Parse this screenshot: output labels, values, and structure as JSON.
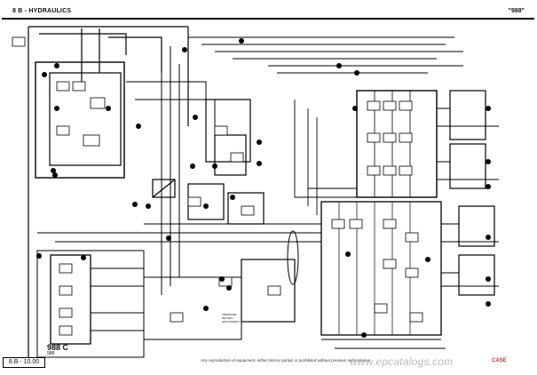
{
  "header": {
    "section_title": "8 B - HYDRAULICS",
    "model_code": "\"988\""
  },
  "diagram": {
    "model_label": "988 C",
    "model_sub": "988",
    "page_number": "8.B - 10.00",
    "footer_note": "Any reproduction of equipment, either total or partial, is prohibited without previous authorization",
    "legend": [
      "PRESSURE",
      "RETURN",
      "ADJUSTMENT"
    ]
  },
  "watermark": {
    "text": "www.epcatalogs.com",
    "brand": "CASE"
  }
}
